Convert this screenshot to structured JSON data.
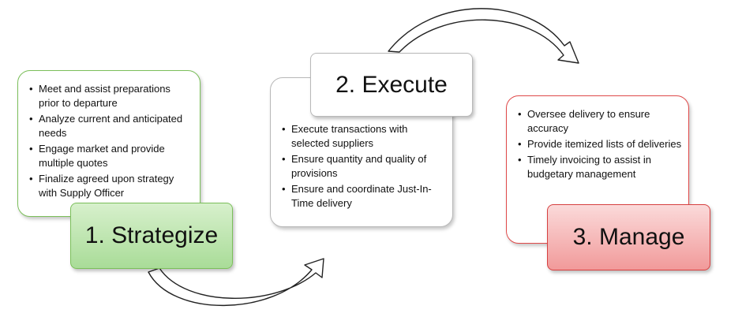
{
  "steps": [
    {
      "title": "1. Strategize",
      "items": [
        "Meet and assist preparations prior to departure",
        "Analyze current and anticipated needs",
        "Engage market and provide multiple quotes",
        "Finalize agreed upon strategy with Supply Officer"
      ]
    },
    {
      "title": "2. Execute",
      "items": [
        "Execute transactions with selected suppliers",
        "Ensure quantity and quality of provisions",
        "Ensure and coordinate Just-In-Time delivery"
      ]
    },
    {
      "title": "3. Manage",
      "items": [
        "Oversee delivery to ensure accuracy",
        "Provide itemized lists of deliveries",
        "Timely invoicing to assist in budgetary management"
      ]
    }
  ],
  "colors": {
    "strategize_accent": "#7bbf5a",
    "execute_accent": "#b8b8b8",
    "manage_accent": "#e04a4a"
  }
}
